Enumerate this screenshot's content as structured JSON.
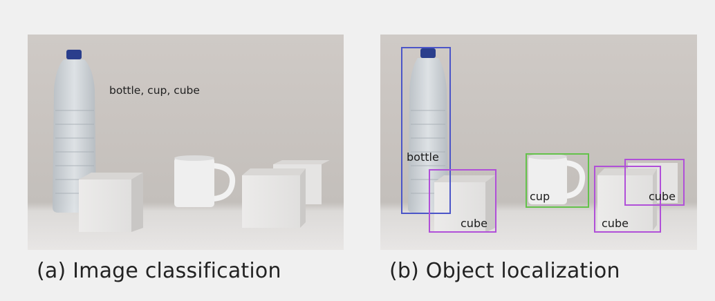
{
  "panels": [
    {
      "caption": "(a) Image classification",
      "classification_text": "bottle, cup, cube"
    },
    {
      "caption": "(b) Object localization",
      "detections": [
        {
          "label": "bottle",
          "color": "#4b55c8"
        },
        {
          "label": "cube",
          "color": "#b04fd8"
        },
        {
          "label": "cup",
          "color": "#63c24a"
        },
        {
          "label": "cube",
          "color": "#b04fd8"
        },
        {
          "label": "cube",
          "color": "#b04fd8"
        }
      ]
    }
  ]
}
